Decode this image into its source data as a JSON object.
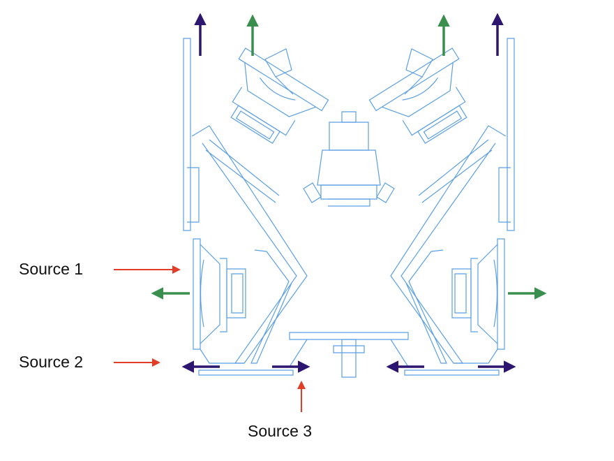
{
  "labels": {
    "source1": "Source 1",
    "source2": "Source 2",
    "source3": "Source 3"
  },
  "colors": {
    "structure": "#5b9fe3",
    "source_arrow": "#e23d28",
    "green_arrow": "#3a8f4f",
    "purple_arrow": "#2d1670"
  }
}
